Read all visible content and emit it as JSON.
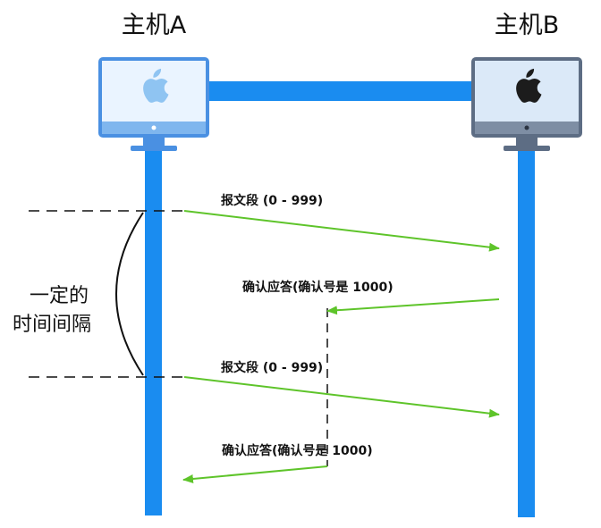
{
  "hosts": {
    "a": {
      "label": "主机A"
    },
    "b": {
      "label": "主机B"
    }
  },
  "interval": {
    "line1": "一定的",
    "line2": "时间间隔"
  },
  "messages": [
    {
      "label": "报文段 (0 - 999)"
    },
    {
      "label": "确认应答(确认号是 1000)"
    },
    {
      "label": "报文段 (0 - 999)"
    },
    {
      "label": "确认应答(确认号是 1000)"
    }
  ],
  "colors": {
    "timeline": "#1a8cf0",
    "arrow": "#5ec42a",
    "monitor_a_outline": "#4a90e2",
    "monitor_a_screen": "#eaf4ff",
    "monitor_a_logo": "#8fc4f2",
    "monitor_b_outline": "#5d6d84",
    "monitor_b_screen": "#dbe9f8",
    "monitor_b_logo": "#1c1c1c"
  },
  "icons": {
    "host_a": "apple-logo-icon",
    "host_b": "apple-logo-icon"
  }
}
